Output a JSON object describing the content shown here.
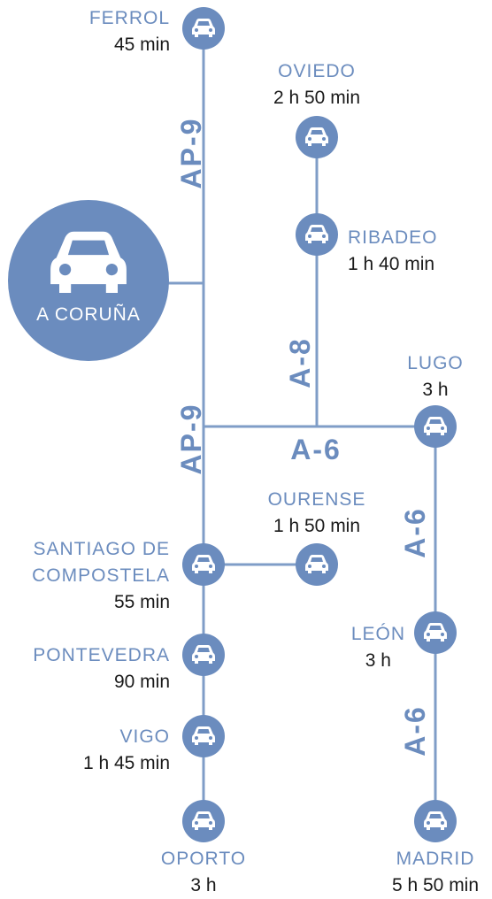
{
  "colors": {
    "accent": "#6b8cbe",
    "road": "#7f9dc7",
    "text": "#1a1a1a"
  },
  "hub": {
    "name": "A CORUÑA",
    "icon": "car-icon"
  },
  "destinations": {
    "ferrol": {
      "city": "FERROL",
      "time": "45 min"
    },
    "oviedo": {
      "city": "OVIEDO",
      "time": "2 h 50 min"
    },
    "ribadeo": {
      "city": "RIBADEO",
      "time": "1 h 40 min"
    },
    "lugo": {
      "city": "LUGO",
      "time": "3 h"
    },
    "ourense": {
      "city": "OURENSE",
      "time": "1 h 50 min"
    },
    "santiago": {
      "city_line1": "SANTIAGO DE",
      "city_line2": "COMPOSTELA",
      "time": "55 min"
    },
    "leon": {
      "city": "LEÓN",
      "time": "3 h"
    },
    "pontevedra": {
      "city": "PONTEVEDRA",
      "time": "90 min"
    },
    "vigo": {
      "city": "VIGO",
      "time": "1 h 45 min"
    },
    "oporto": {
      "city": "OPORTO",
      "time": "3 h"
    },
    "madrid": {
      "city": "MADRID",
      "time": "5 h 50 min"
    }
  },
  "roads": {
    "ap9_north": "AP-9",
    "ap9_south": "AP-9",
    "a8": "A-8",
    "a6_horizontal": "A-6",
    "a6_upper": "A-6",
    "a6_lower": "A-6"
  }
}
